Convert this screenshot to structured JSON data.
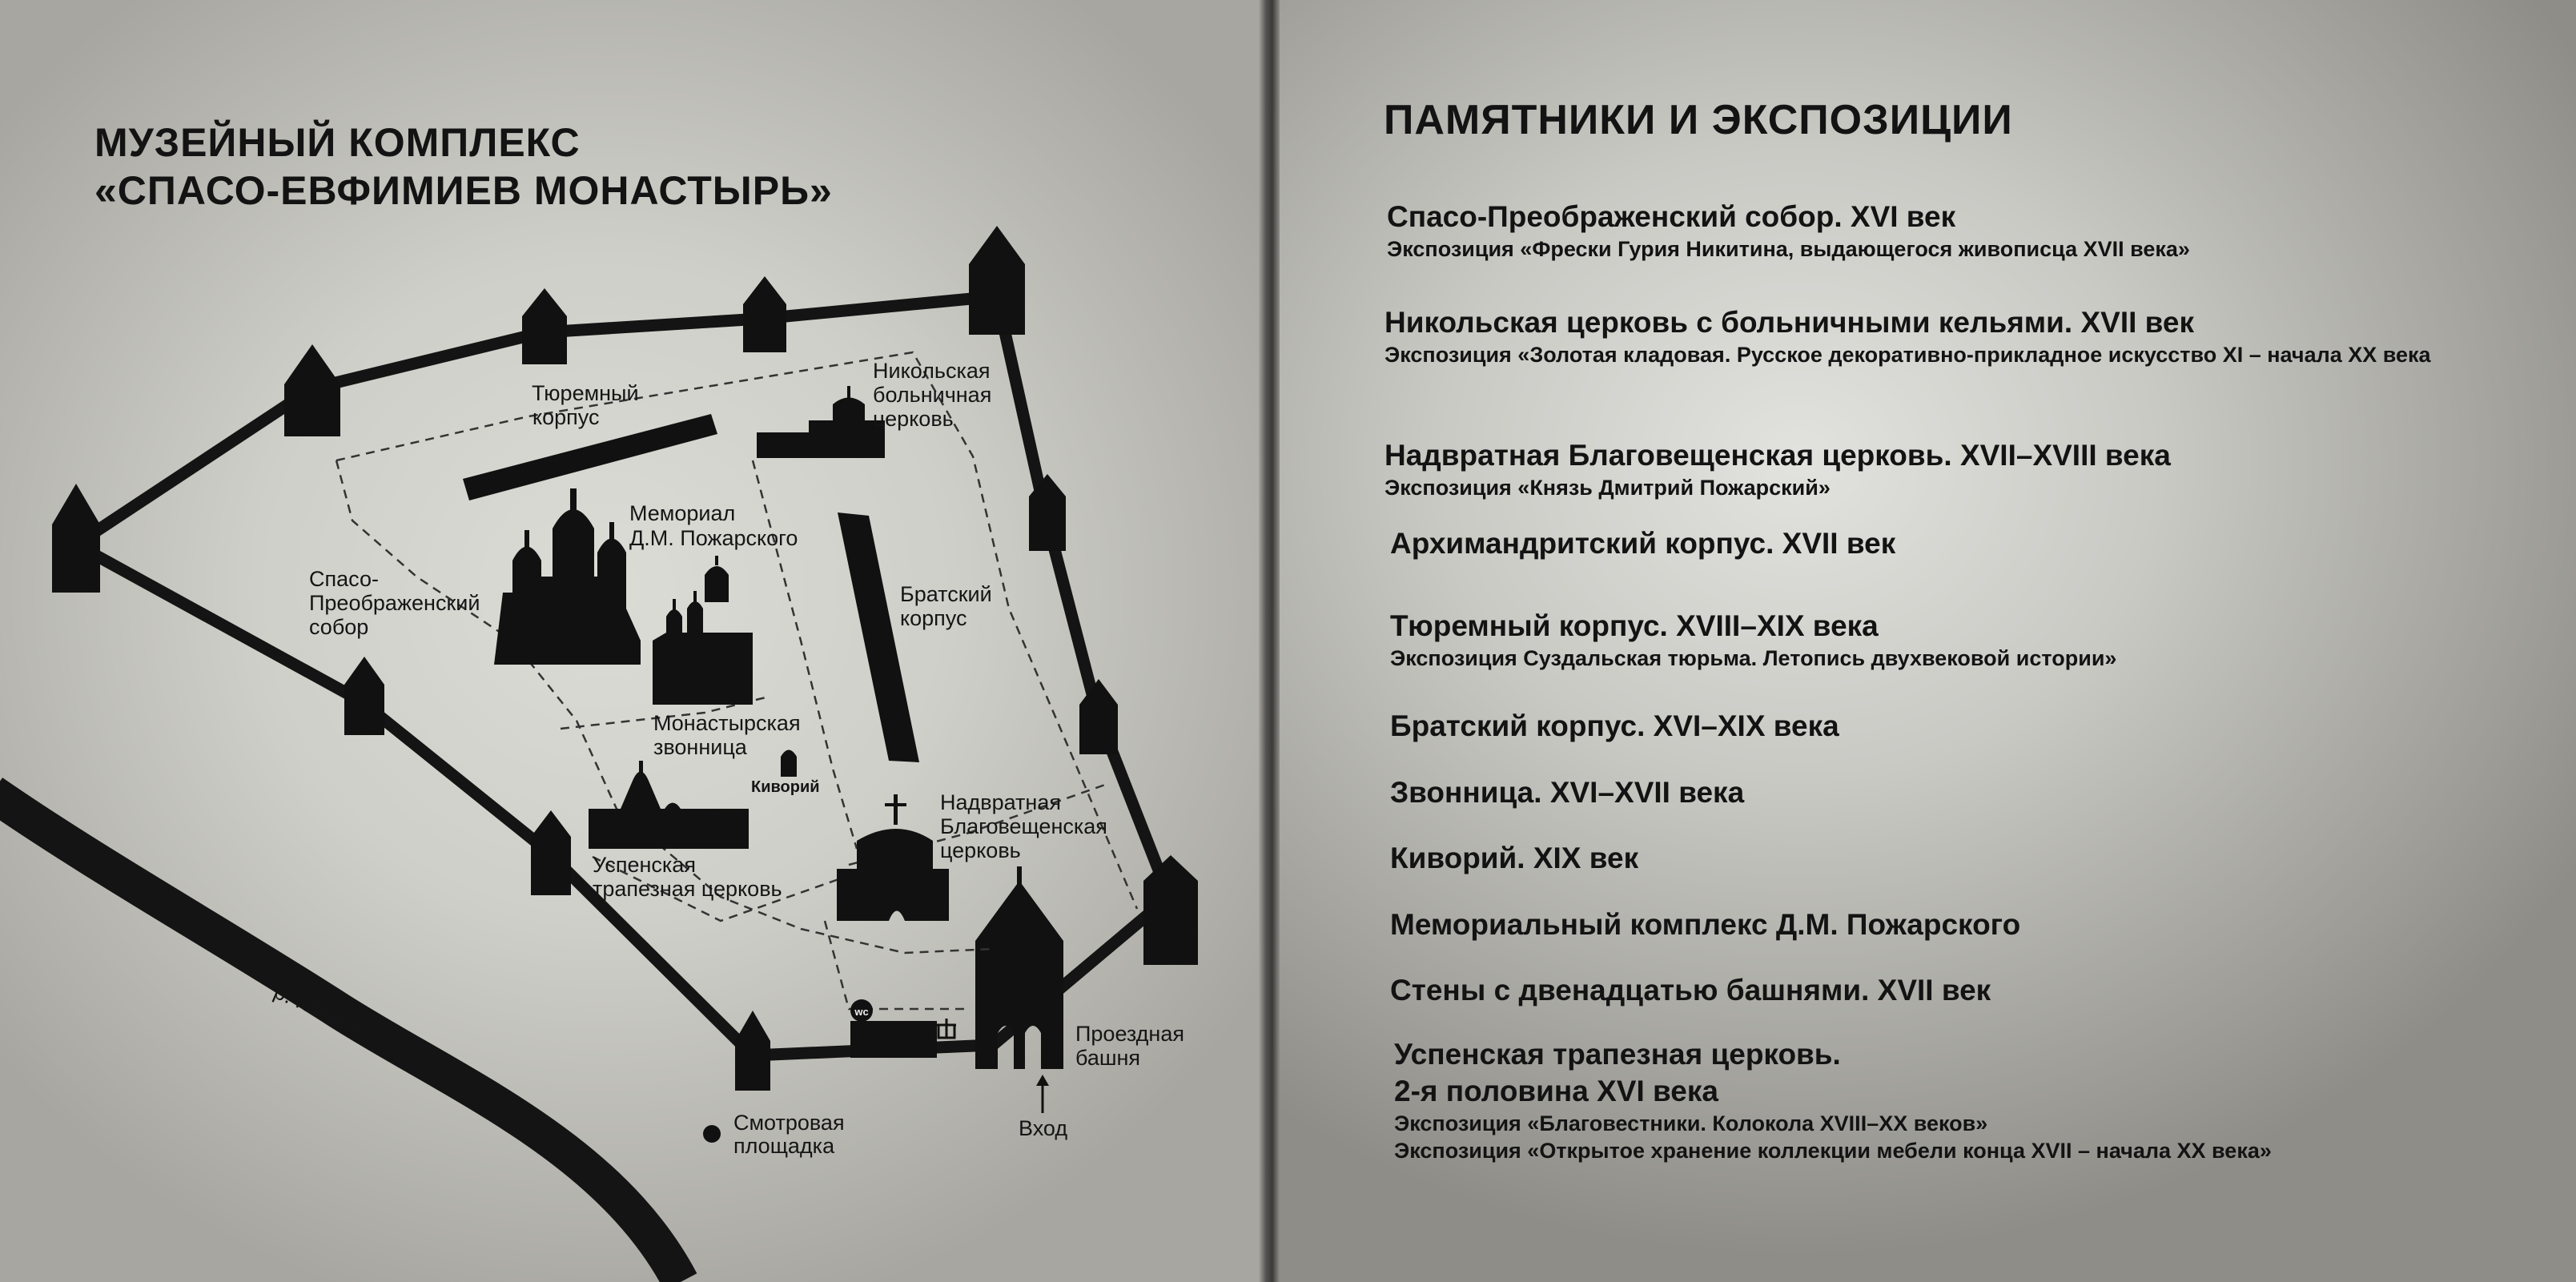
{
  "map": {
    "title_line1": "МУЗЕЙНЫЙ КОМПЛЕКС",
    "title_line2": "«СПАСО-ЕВФИМИЕВ МОНАСТЫРЬ»",
    "labels": {
      "prison_l1": "Тюремный",
      "prison_l2": "корпус",
      "nicholas_l1": "Никольская",
      "nicholas_l2": "больничная",
      "nicholas_l3": "церковь",
      "memorial_l1": "Мемориал",
      "memorial_l2": "Д.М. Пожарского",
      "cathedral_l1": "Спасо-",
      "cathedral_l2": "Преображенский",
      "cathedral_l3": "собор",
      "brothers_l1": "Братский",
      "brothers_l2": "корпус",
      "belfry_l1": "Монастырская",
      "belfry_l2": "звонница",
      "ciborium": "Киворий",
      "gate_church_l1": "Надвратная",
      "gate_church_l2": "Благовещенская",
      "gate_church_l3": "церковь",
      "refectory_l1": "Успенская",
      "refectory_l2": "трапезная церковь",
      "river": "р. Каменка",
      "wc": "wc",
      "tower_l1": "Проездная",
      "tower_l2": "башня",
      "entrance": "Вход",
      "viewpoint_l1": "Смотровая",
      "viewpoint_l2": "площадка"
    }
  },
  "legend": {
    "title": "ПАМЯТНИКИ И ЭКСПОЗИЦИИ",
    "items": [
      {
        "title": "Спасо-Преображенский собор. XVI век",
        "note": "Экспозиция «Фрески Гурия Никитина, выдающегося живописца XVII века»"
      },
      {
        "title": "Никольская церковь с больничными кельями. XVII век",
        "note": "Экспозиция «Золотая кладовая. Русское декоративно-прикладное искусство XI – начала XX века"
      },
      {
        "title": "Надвратная Благовещенская церковь. XVII–XVIII века",
        "note": "Экспозиция  «Князь Дмитрий Пожарский»"
      },
      {
        "title": "Архимандритский корпус. XVII век"
      },
      {
        "title": "Тюремный корпус. XVIII–XIX века",
        "note": "Экспозиция Суздальская тюрьма. Летопись двухвековой истории»"
      },
      {
        "title": "Братский корпус. XVI–XIX века"
      },
      {
        "title": "Звонница. XVI–XVII века"
      },
      {
        "title": "Киворий. XIX век"
      },
      {
        "title": "Мемориальный комплекс Д.М. Пожарского"
      },
      {
        "title": "Стены с двенадцатью башнями. XVII век"
      },
      {
        "title": "Успенская трапезная церковь.",
        "title2": "2-я половина XVI века",
        "note": "Экспозиция «Благовестники. Колокола XVIII–XX веков»",
        "note2": "Экспозиция «Открытое хранение коллекции мебели конца XVII – начала XX века»"
      }
    ]
  },
  "colors": {
    "ink": "#131313",
    "map_bg": "#cfcfc9",
    "legend_bg": "#c9c9c4"
  }
}
